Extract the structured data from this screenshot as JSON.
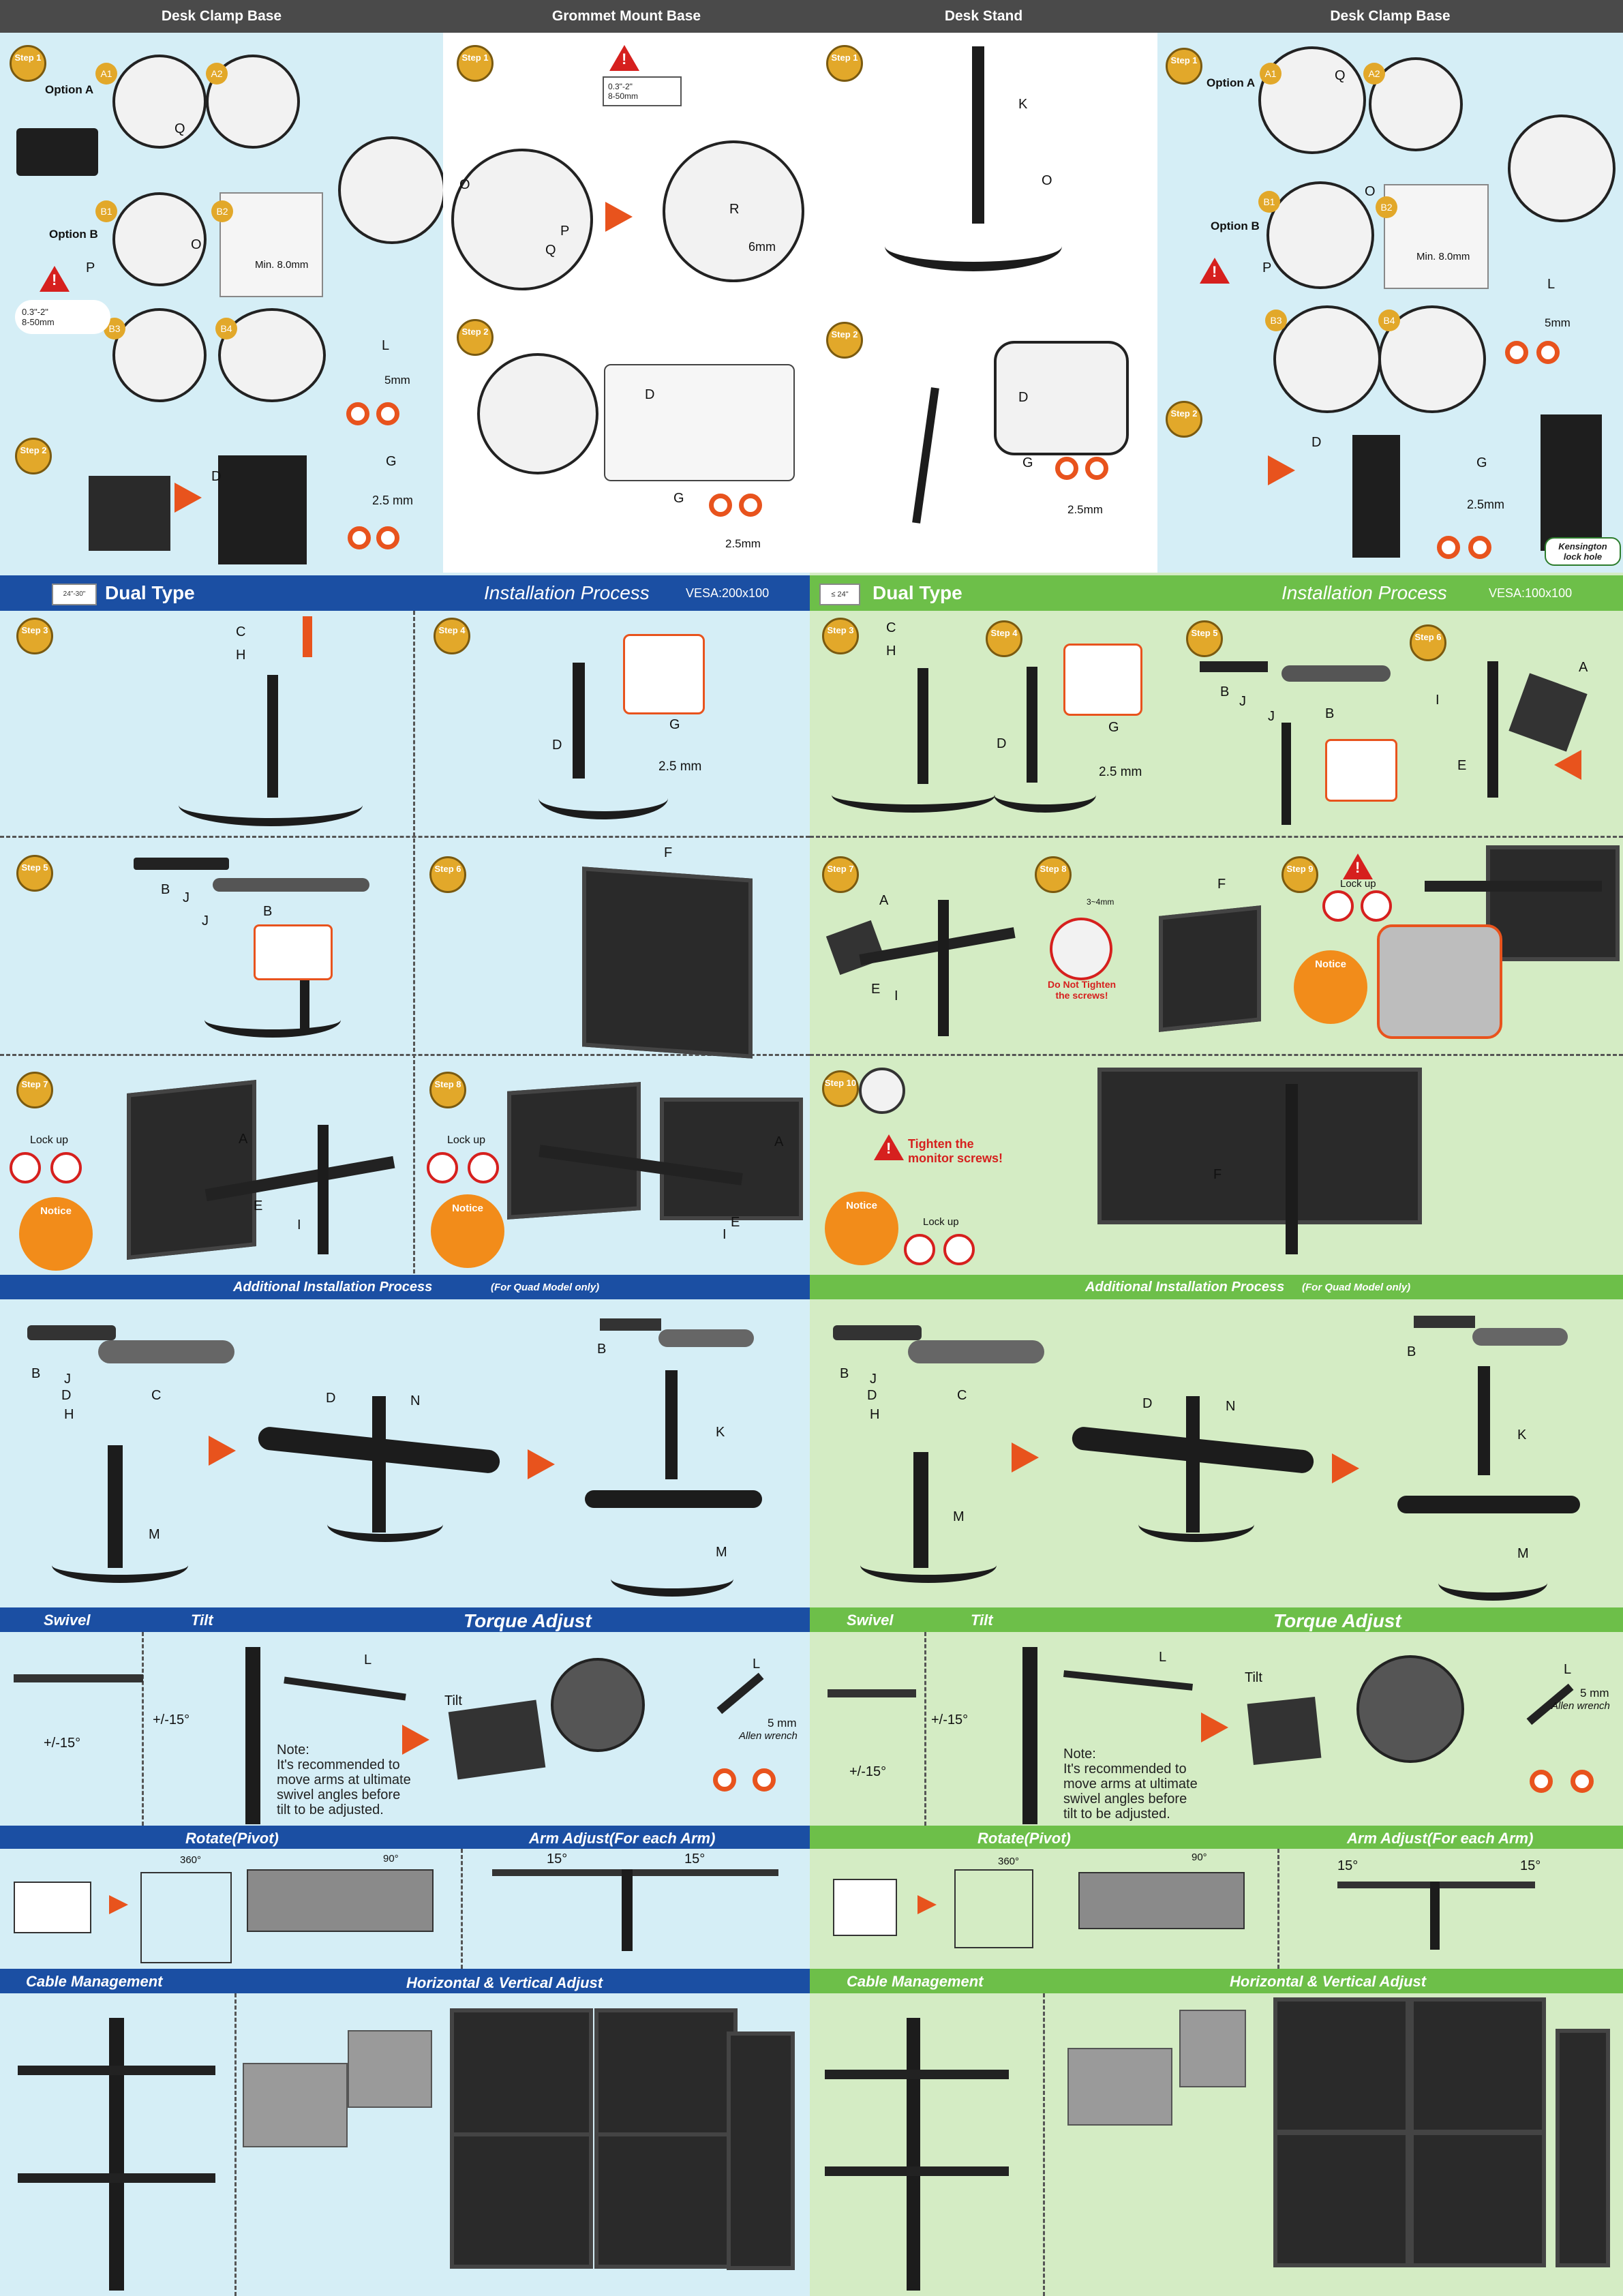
{
  "header": {
    "cols": [
      "Desk Clamp Base",
      "Grommet Mount Base",
      "Desk Stand",
      "Desk Clamp Base"
    ]
  },
  "section1": {
    "p1": {
      "step1": "Step 1",
      "optA": "Option A",
      "optB": "Option B",
      "a1": "A1",
      "a2": "A2",
      "b1": "B1",
      "b2": "B2",
      "b3": "B3",
      "b4": "B4",
      "q": "Q",
      "o": "O",
      "p": "P",
      "min": "Min. 8.0mm",
      "range": "0.3\"-2\"\n8-50mm",
      "l": "L",
      "mm5": "5mm",
      "step2": "Step 2",
      "d": "D",
      "g": "G",
      "mm25": "2.5 mm"
    },
    "p2": {
      "step1": "Step 1",
      "range": "0.3\"-2\"\n8-50mm",
      "o": "O",
      "p": "P",
      "q": "Q",
      "r": "R",
      "mm6": "6mm",
      "step2": "Step 2",
      "d": "D",
      "g": "G",
      "mm25": "2.5mm"
    },
    "p3": {
      "step1": "Step 1",
      "k": "K",
      "o": "O",
      "step2": "Step 2",
      "d": "D",
      "g": "G",
      "mm25": "2.5mm"
    },
    "p4": {
      "step1": "Step 1",
      "a1": "A1",
      "a2": "A2",
      "b1": "B1",
      "b2": "B2",
      "b3": "B3",
      "b4": "B4",
      "optA": "Option A",
      "optB": "Option B",
      "q": "Q",
      "o": "O",
      "p": "P",
      "min": "Min. 8.0mm",
      "l": "L",
      "mm5": "5mm",
      "step2": "Step 2",
      "d": "D",
      "g": "G",
      "mm25": "2.5mm",
      "kensington": "Kensington lock hole"
    }
  },
  "left": {
    "banner": {
      "title": "Dual Type",
      "process": "Installation Process",
      "vesa": "VESA:200x100",
      "size": "24\"-30\""
    },
    "s3": {
      "step": "Step 3",
      "c": "C",
      "h": "H"
    },
    "s4": {
      "step": "Step 4",
      "d": "D",
      "g": "G",
      "mm": "2.5 mm"
    },
    "s5": {
      "step": "Step 5",
      "b1": "B",
      "b2": "B",
      "j1": "J",
      "j2": "J"
    },
    "s6": {
      "step": "Step 6",
      "f": "F"
    },
    "s7": {
      "step": "Step 7",
      "lockup": "Lock up",
      "notice": "Notice",
      "a": "A",
      "e": "E",
      "i": "I"
    },
    "s8": {
      "step": "Step 8",
      "lockup": "Lock up",
      "notice": "Notice",
      "a": "A",
      "e": "E",
      "i": "I"
    },
    "quad": {
      "title": "Additional Installation Process",
      "sub": "(For Quad  Model only)",
      "b": "B",
      "j": "J",
      "c": "C",
      "d": "D",
      "h": "H",
      "m": "M",
      "n": "N",
      "k": "K"
    },
    "tbar": {
      "swivel": "Swivel",
      "tilt": "Tilt",
      "torque": "Torque Adjust"
    },
    "t": {
      "sw": "+/-15°",
      "tl": "+/-15°",
      "l": "L",
      "note": "Note:\nIt's  recommended to\nmove arms at ultimate\nswivel angles before\ntilt to be adjusted.",
      "tilt": "Tilt",
      "mm": "5 mm",
      "wrench": "Allen wrench"
    },
    "rbar": {
      "rotate": "Rotate(Pivot)",
      "arm": "Arm Adjust(For each Arm)"
    },
    "r": {
      "deg360": "360°",
      "deg90": "90°",
      "a15": "15°",
      "b15": "15°"
    },
    "cbar": {
      "cable": "Cable Management",
      "hv": "Horizontal & Vertical Adjust"
    }
  },
  "right": {
    "banner": {
      "title": "Dual Type",
      "process": "Installation Process",
      "vesa": "VESA:100x100",
      "size": "≤ 24\""
    },
    "s3": {
      "step": "Step 3",
      "c": "C",
      "h": "H"
    },
    "s4": {
      "step": "Step 4",
      "d": "D",
      "g": "G",
      "mm": "2.5 mm"
    },
    "s5": {
      "step": "Step 5",
      "b1": "B",
      "b2": "B",
      "j1": "J",
      "j2": "J"
    },
    "s6": {
      "step": "Step 6",
      "a": "A",
      "e": "E",
      "i": "I"
    },
    "s7": {
      "step": "Step 7",
      "a": "A",
      "e": "E",
      "i": "I"
    },
    "s8": {
      "step": "Step 8",
      "dim": "3~4mm",
      "warn": "Do Not Tighten\nthe screws!",
      "f": "F"
    },
    "s9": {
      "step": "Step 9",
      "lockup": "Lock up",
      "notice": "Notice"
    },
    "s10": {
      "step": "Step 10",
      "tighten": "Tighten the\nmonitor screws!",
      "notice": "Notice",
      "lockup": "Lock up",
      "f": "F"
    },
    "quad": {
      "title": "Additional Installation Process",
      "sub": "(For Quad  Model only)",
      "b": "B",
      "j": "J",
      "c": "C",
      "d": "D",
      "h": "H",
      "m": "M",
      "n": "N",
      "k": "K"
    },
    "tbar": {
      "swivel": "Swivel",
      "tilt": "Tilt",
      "torque": "Torque Adjust"
    },
    "t": {
      "sw": "+/-15°",
      "tl": "+/-15°",
      "l": "L",
      "note": "Note:\nIt's  recommended to\nmove arms at ultimate\nswivel angles before\ntilt to be adjusted.",
      "tilt": "Tilt",
      "mm": "5 mm",
      "wrench": "Allen wrench"
    },
    "rbar": {
      "rotate": "Rotate(Pivot)",
      "arm": "Arm Adjust(For each Arm)"
    },
    "r": {
      "deg360": "360°",
      "deg90": "90°",
      "a15": "15°",
      "b15": "15°"
    },
    "cbar": {
      "cable": "Cable Management",
      "hv": "Horizontal & Vertical Adjust"
    }
  },
  "colors": {
    "blue_panel": "#d5eef6",
    "green_panel": "#d4ecc4",
    "blue_bar": "#1b4fa3",
    "green_bar": "#6dbf49",
    "orange": "#e8531d",
    "gold": "#e2a82a"
  }
}
